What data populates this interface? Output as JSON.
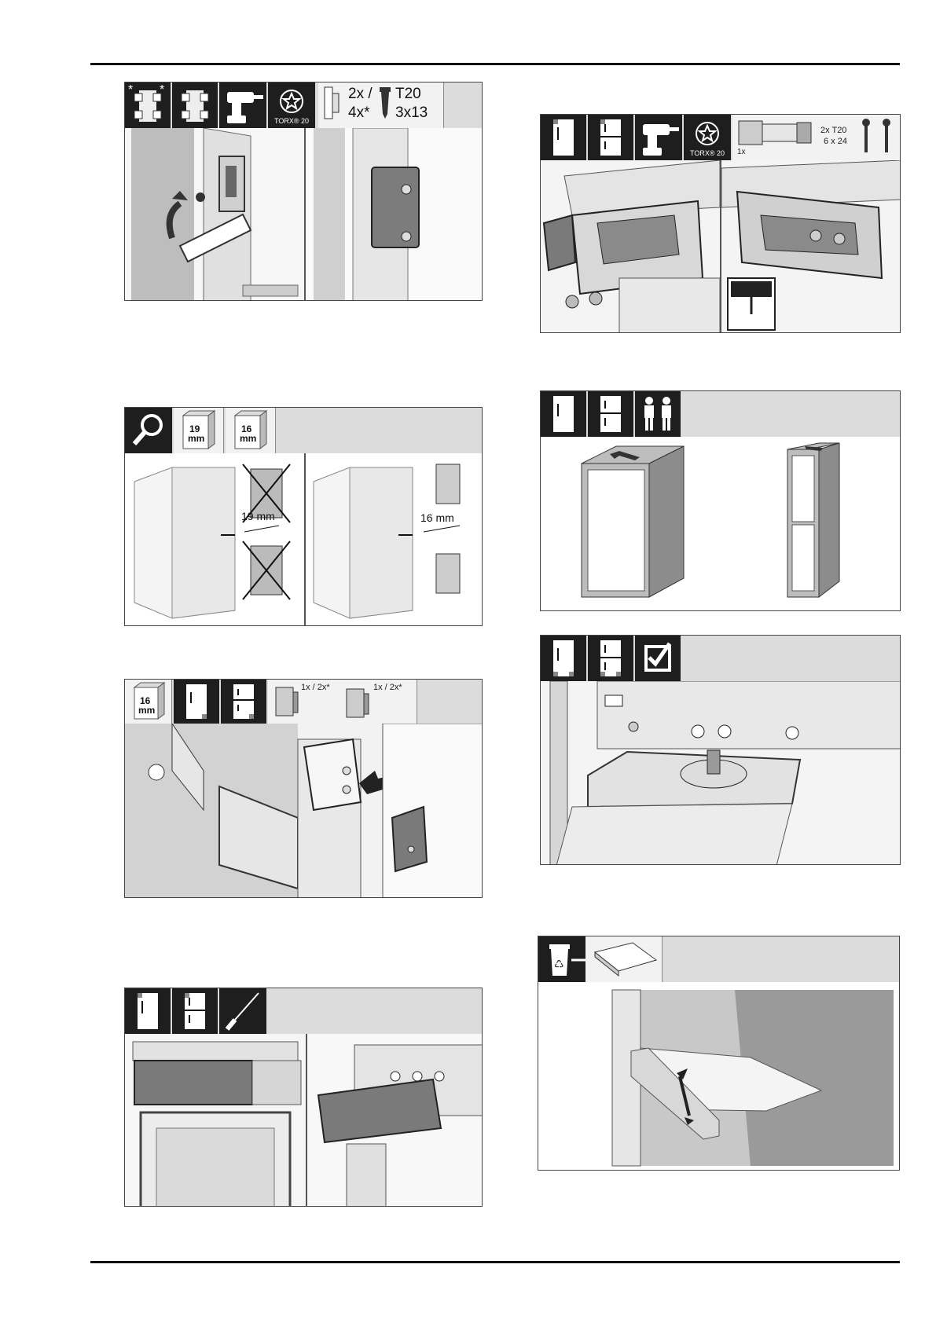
{
  "icons": {
    "magnifier": "magnifier-icon",
    "drill": "cordless-drill-icon",
    "torx": "torx-bit-icon",
    "screwdriver": "screwdriver-icon",
    "two_persons": "two-persons-icon",
    "checkbox": "checked-box-icon",
    "recycle": "recycle-bin-icon"
  },
  "panels": {
    "p1": {
      "torx_label": "TORX® 20",
      "qty_top": "2x /",
      "qty_bottom": "4x*",
      "screw_type": "T20",
      "screw_size": "3x13"
    },
    "p2": {
      "board_19": "19",
      "board_19_unit": "mm",
      "board_16": "16",
      "board_16_unit": "mm",
      "dim_left": "19 mm",
      "dim_right": "16 mm"
    },
    "p3": {
      "board": "16",
      "board_unit": "mm",
      "qty_a": "1x / 2x*",
      "qty_b": "1x / 2x*"
    },
    "p5": {
      "torx_label": "TORX® 20",
      "part_qty": "1x",
      "screw_spec_a": "2x T20",
      "screw_spec_b": "6 x 24"
    }
  },
  "colors": {
    "dark": "#1e1e1e",
    "header": "#dcdcdc",
    "panel_grey": "#bdbdbd",
    "mid_grey": "#8c8c8c"
  }
}
